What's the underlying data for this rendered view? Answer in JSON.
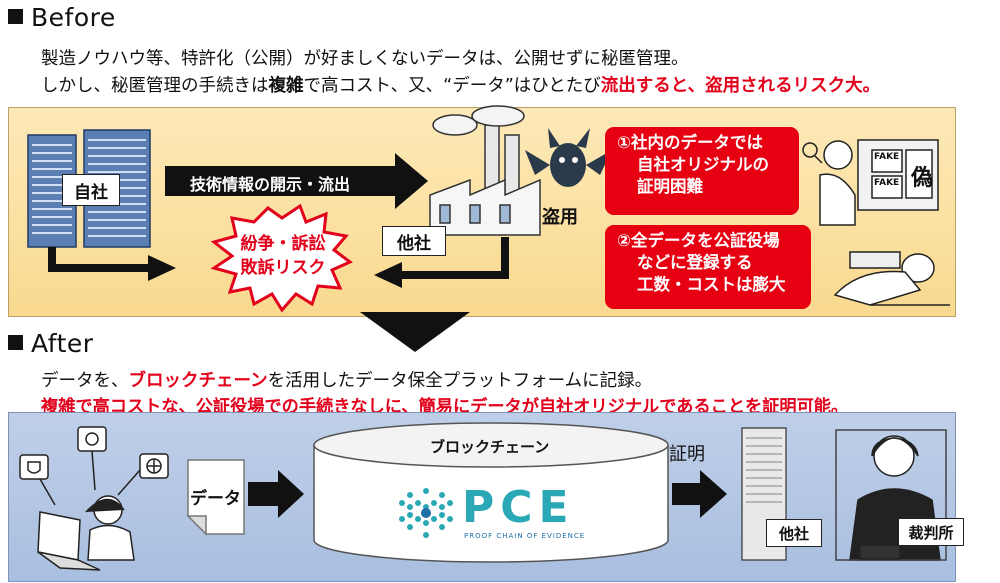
{
  "before": {
    "heading": "Before",
    "line1": "製造ノウハウ等、特許化（公開）が好ましくないデータは、公開せずに秘匿管理。",
    "line2_parts": [
      "しかし、秘匿管理の手続きは",
      "複雑",
      "で高コスト、又、“データ”はひとたび",
      "流出すると、盗用されるリスク大。"
    ],
    "own_company": "自社",
    "flow_label": "技術情報の開示・流出",
    "dispute_line1": "紛争・訴訟",
    "dispute_line2": "敗訴リスク",
    "other_company": "他社",
    "theft_label": "盗用",
    "callout1": [
      "①社内のデータでは",
      "自社オリジナルの",
      "証明困難"
    ],
    "callout2": [
      "②全データを公証役場",
      "などに登録する",
      "工数・コストは膨大"
    ],
    "fake_labels": [
      "FAKE",
      "FAKE",
      "偽"
    ]
  },
  "after": {
    "heading": "After",
    "line1_parts": [
      "データを、",
      "ブロックチェーン",
      "を活用したデータ保全プラットフォームに記録。"
    ],
    "line2": "複雑で高コストな、公証役場での手続きなしに、簡易にデータが自社オリジナルであることを証明可能。",
    "data_label": "データ",
    "blockchain_label": "ブロックチェーン",
    "pce_logo": "PCE",
    "pce_sub": "PROOF CHAIN OF EVIDENCE",
    "proof_label": "証明",
    "other_company": "他社",
    "court": "裁判所"
  },
  "colors": {
    "accent_red": "#e3001b",
    "before_panel": "#fbe0a4",
    "after_panel": "#b4c7e4",
    "pce_teal": "#2aa8b5"
  }
}
